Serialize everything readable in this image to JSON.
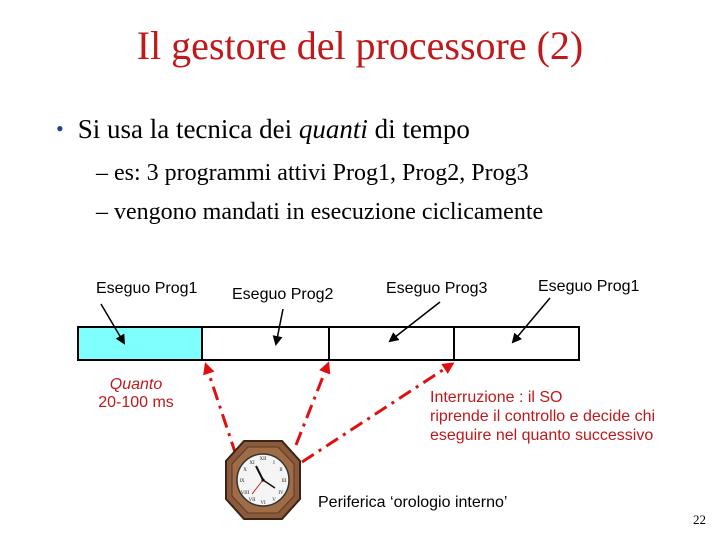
{
  "slide": {
    "title": "Il gestore del processore (2)",
    "bullet": {
      "prefix": "Si usa la tecnica dei ",
      "emphasis": "quanti",
      "suffix": " di tempo"
    },
    "subbullets": [
      "– es: 3 programmi attivi Prog1, Prog2, Prog3",
      "–  vengono mandati in esecuzione ciclicamente"
    ],
    "page_number": "22"
  },
  "diagram": {
    "labels": {
      "exec1": "Eseguo Prog1",
      "exec2": "Eseguo Prog2",
      "exec3": "Eseguo Prog3",
      "exec4": "Eseguo Prog1"
    },
    "quantum_label": "Quanto",
    "quantum_range": "20-100 ms",
    "interrupt_lines": [
      "Interruzione : il SO",
      "riprende il controllo e decide chi",
      "eseguire nel quanto successivo"
    ],
    "clock_caption": "Periferica ‘orologio interno’",
    "colors": {
      "title": "#c0181b",
      "quantum_fill": "#80ffff",
      "dotted_arrows": "#e01010"
    }
  }
}
